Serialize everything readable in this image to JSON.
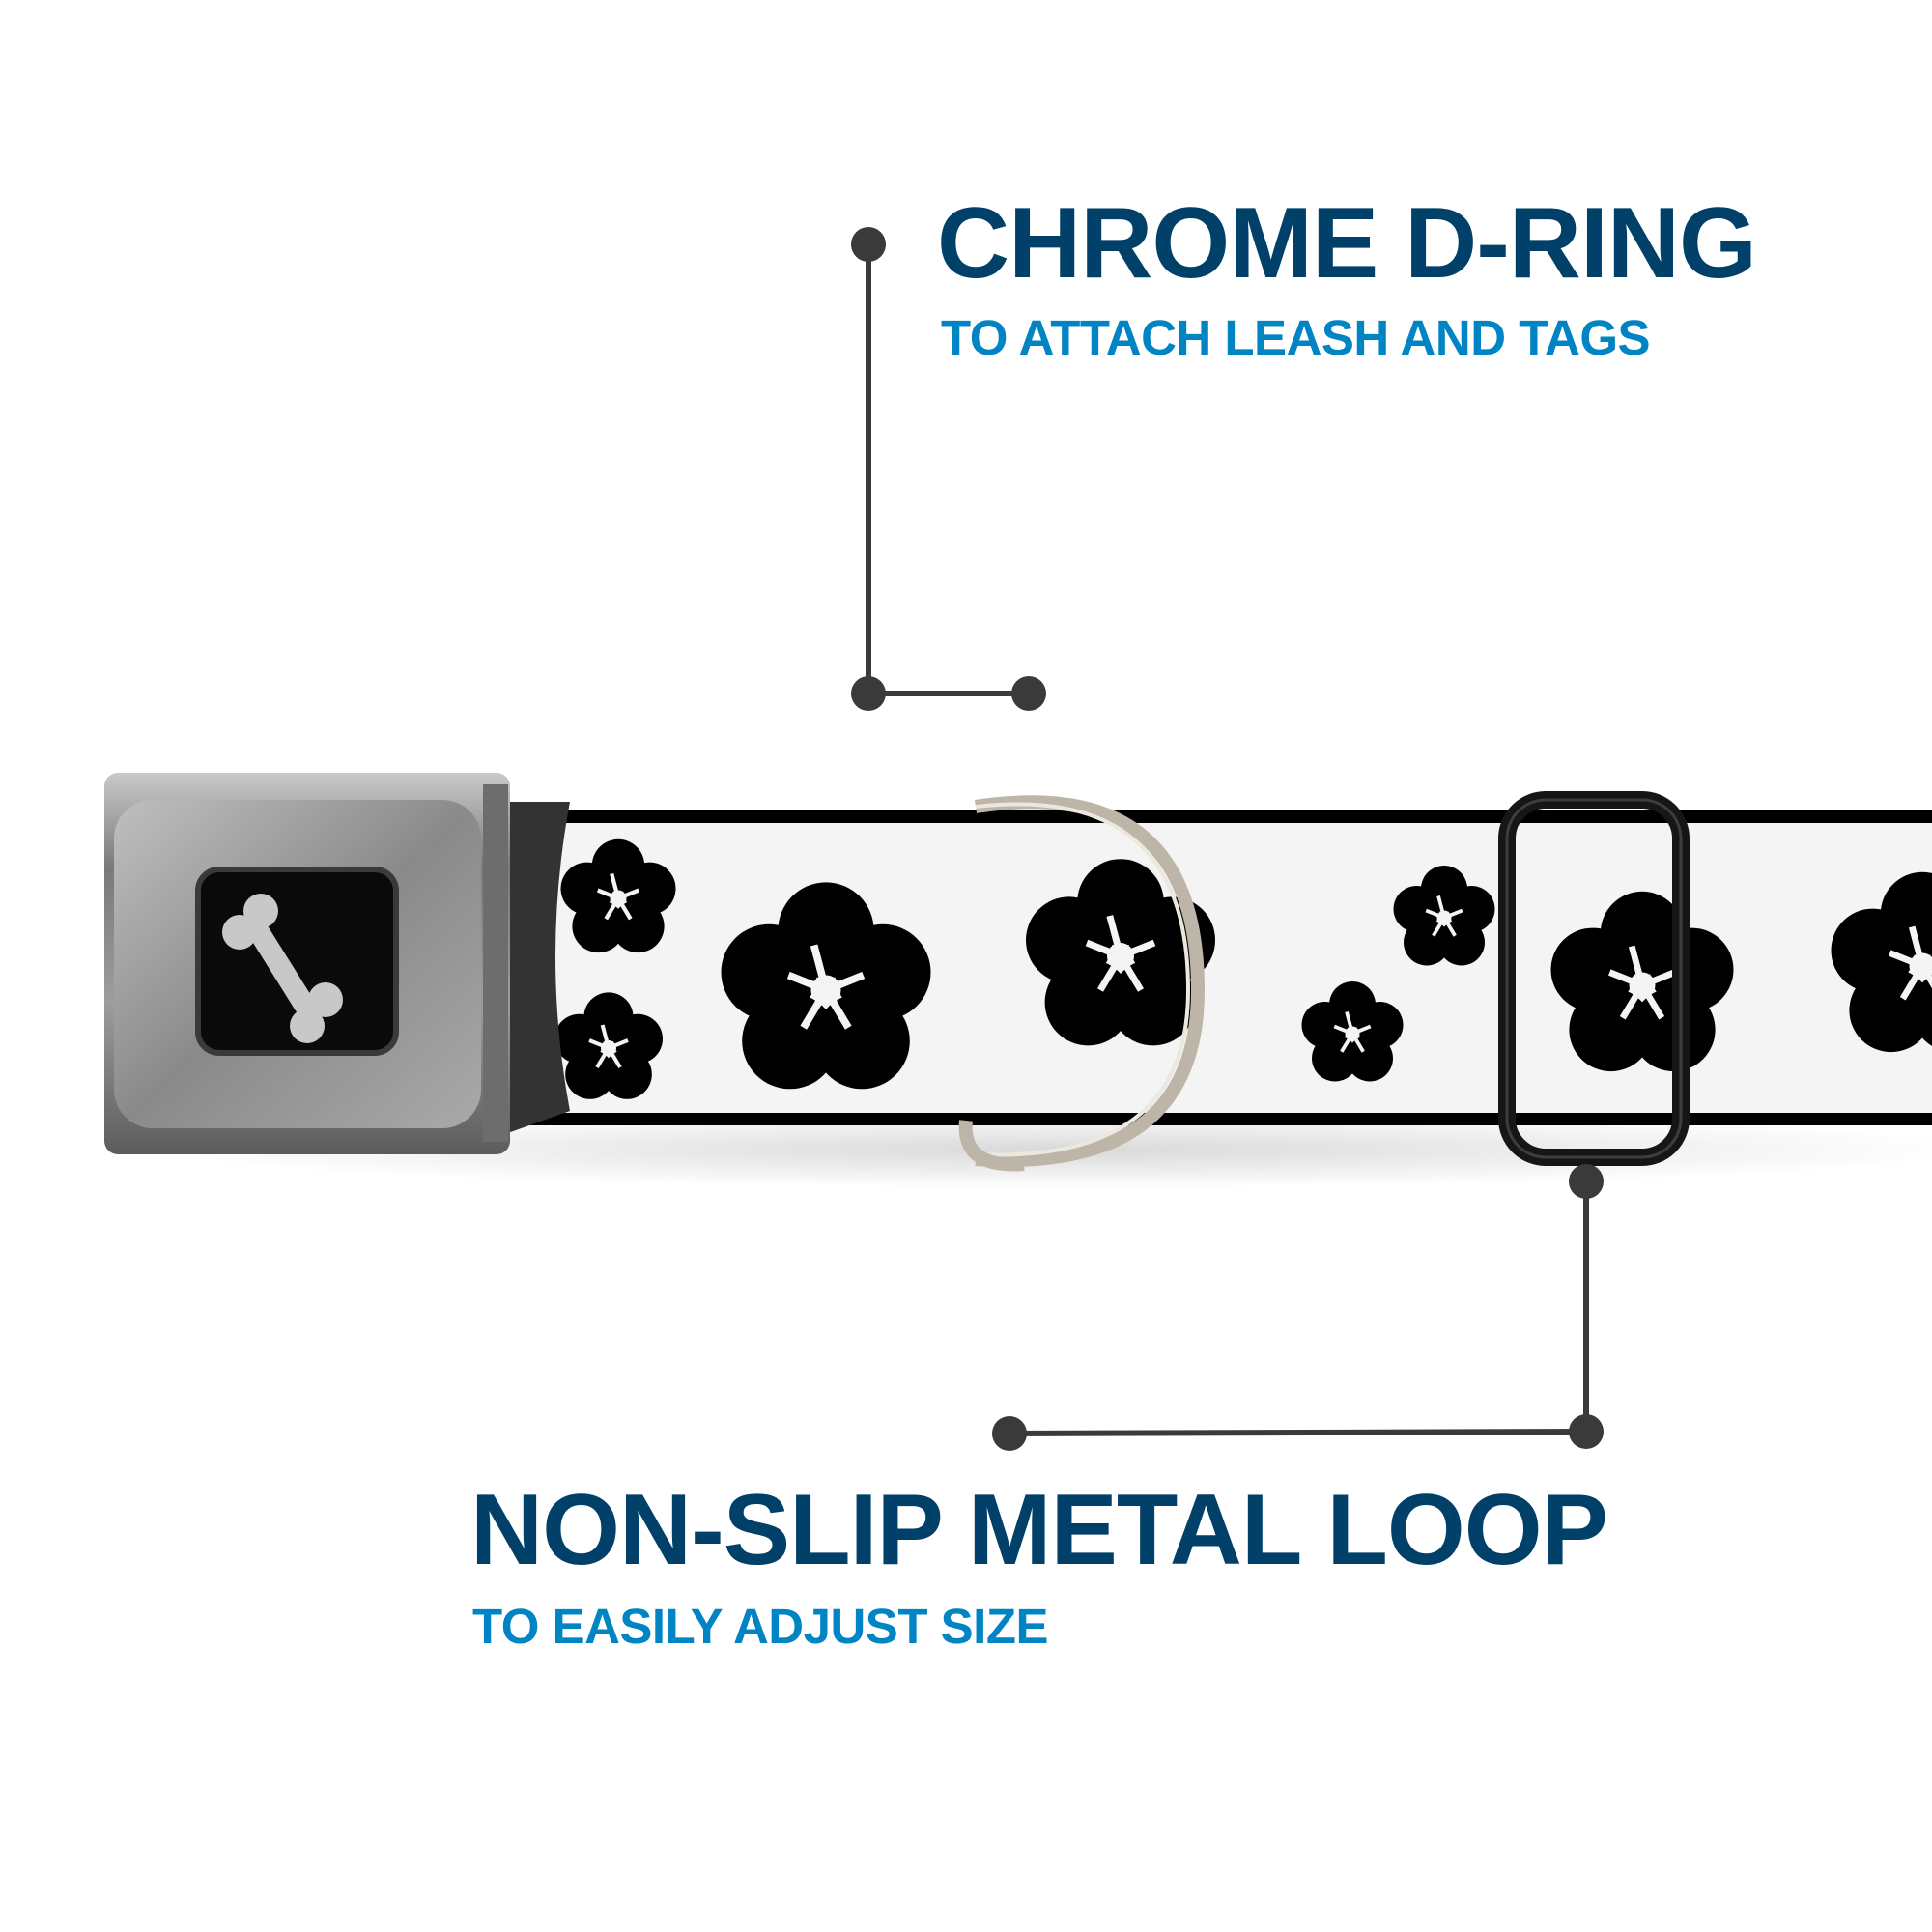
{
  "colors": {
    "title": "#004069",
    "subtitle": "#0084C3",
    "connector": "#3A3A3A",
    "strap_print": "#000000",
    "strap_background": "#F4F4F4",
    "buckle_metal": "#8E8E8E",
    "d_ring": "#C8C2B6",
    "loop": "#1A1A1A"
  },
  "features": [
    {
      "title": "CHROME D-RING",
      "subtitle": "TO ATTACH LEASH AND TAGS"
    },
    {
      "title": "NON-SLIP METAL LOOP",
      "subtitle": "TO EASILY ADJUST SIZE"
    }
  ],
  "product": {
    "buckle_icon": "dog-bone-icon",
    "pattern": "hibiscus-flower-pattern"
  }
}
